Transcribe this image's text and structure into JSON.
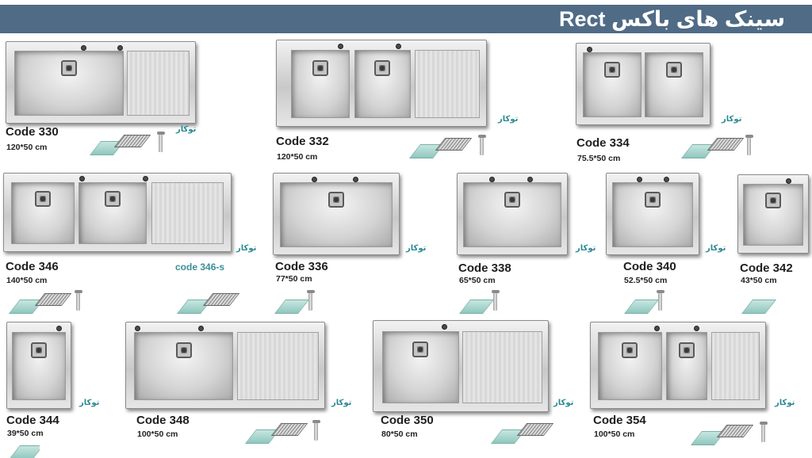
{
  "header": {
    "title": "سینک های باکس Rect"
  },
  "accessory_label": "توکار",
  "variant_label": "code 346-s",
  "items": [
    {
      "code": "Code 330",
      "size": "120*50 cm"
    },
    {
      "code": "Code 332",
      "size": "120*50 cm"
    },
    {
      "code": "Code 334",
      "size": "75.5*50 cm"
    },
    {
      "code": "Code 346",
      "size": "140*50 cm"
    },
    {
      "code": "Code 336",
      "size": "77*50 cm"
    },
    {
      "code": "Code 338",
      "size": "65*50 cm"
    },
    {
      "code": "Code 340",
      "size": "52.5*50 cm"
    },
    {
      "code": "Code 342",
      "size": "43*50 cm"
    },
    {
      "code": "Code 344",
      "size": "39*50 cm"
    },
    {
      "code": "Code 348",
      "size": "100*50 cm"
    },
    {
      "code": "Code 350",
      "size": "80*50 cm"
    },
    {
      "code": "Code 354",
      "size": "100*50 cm"
    }
  ]
}
